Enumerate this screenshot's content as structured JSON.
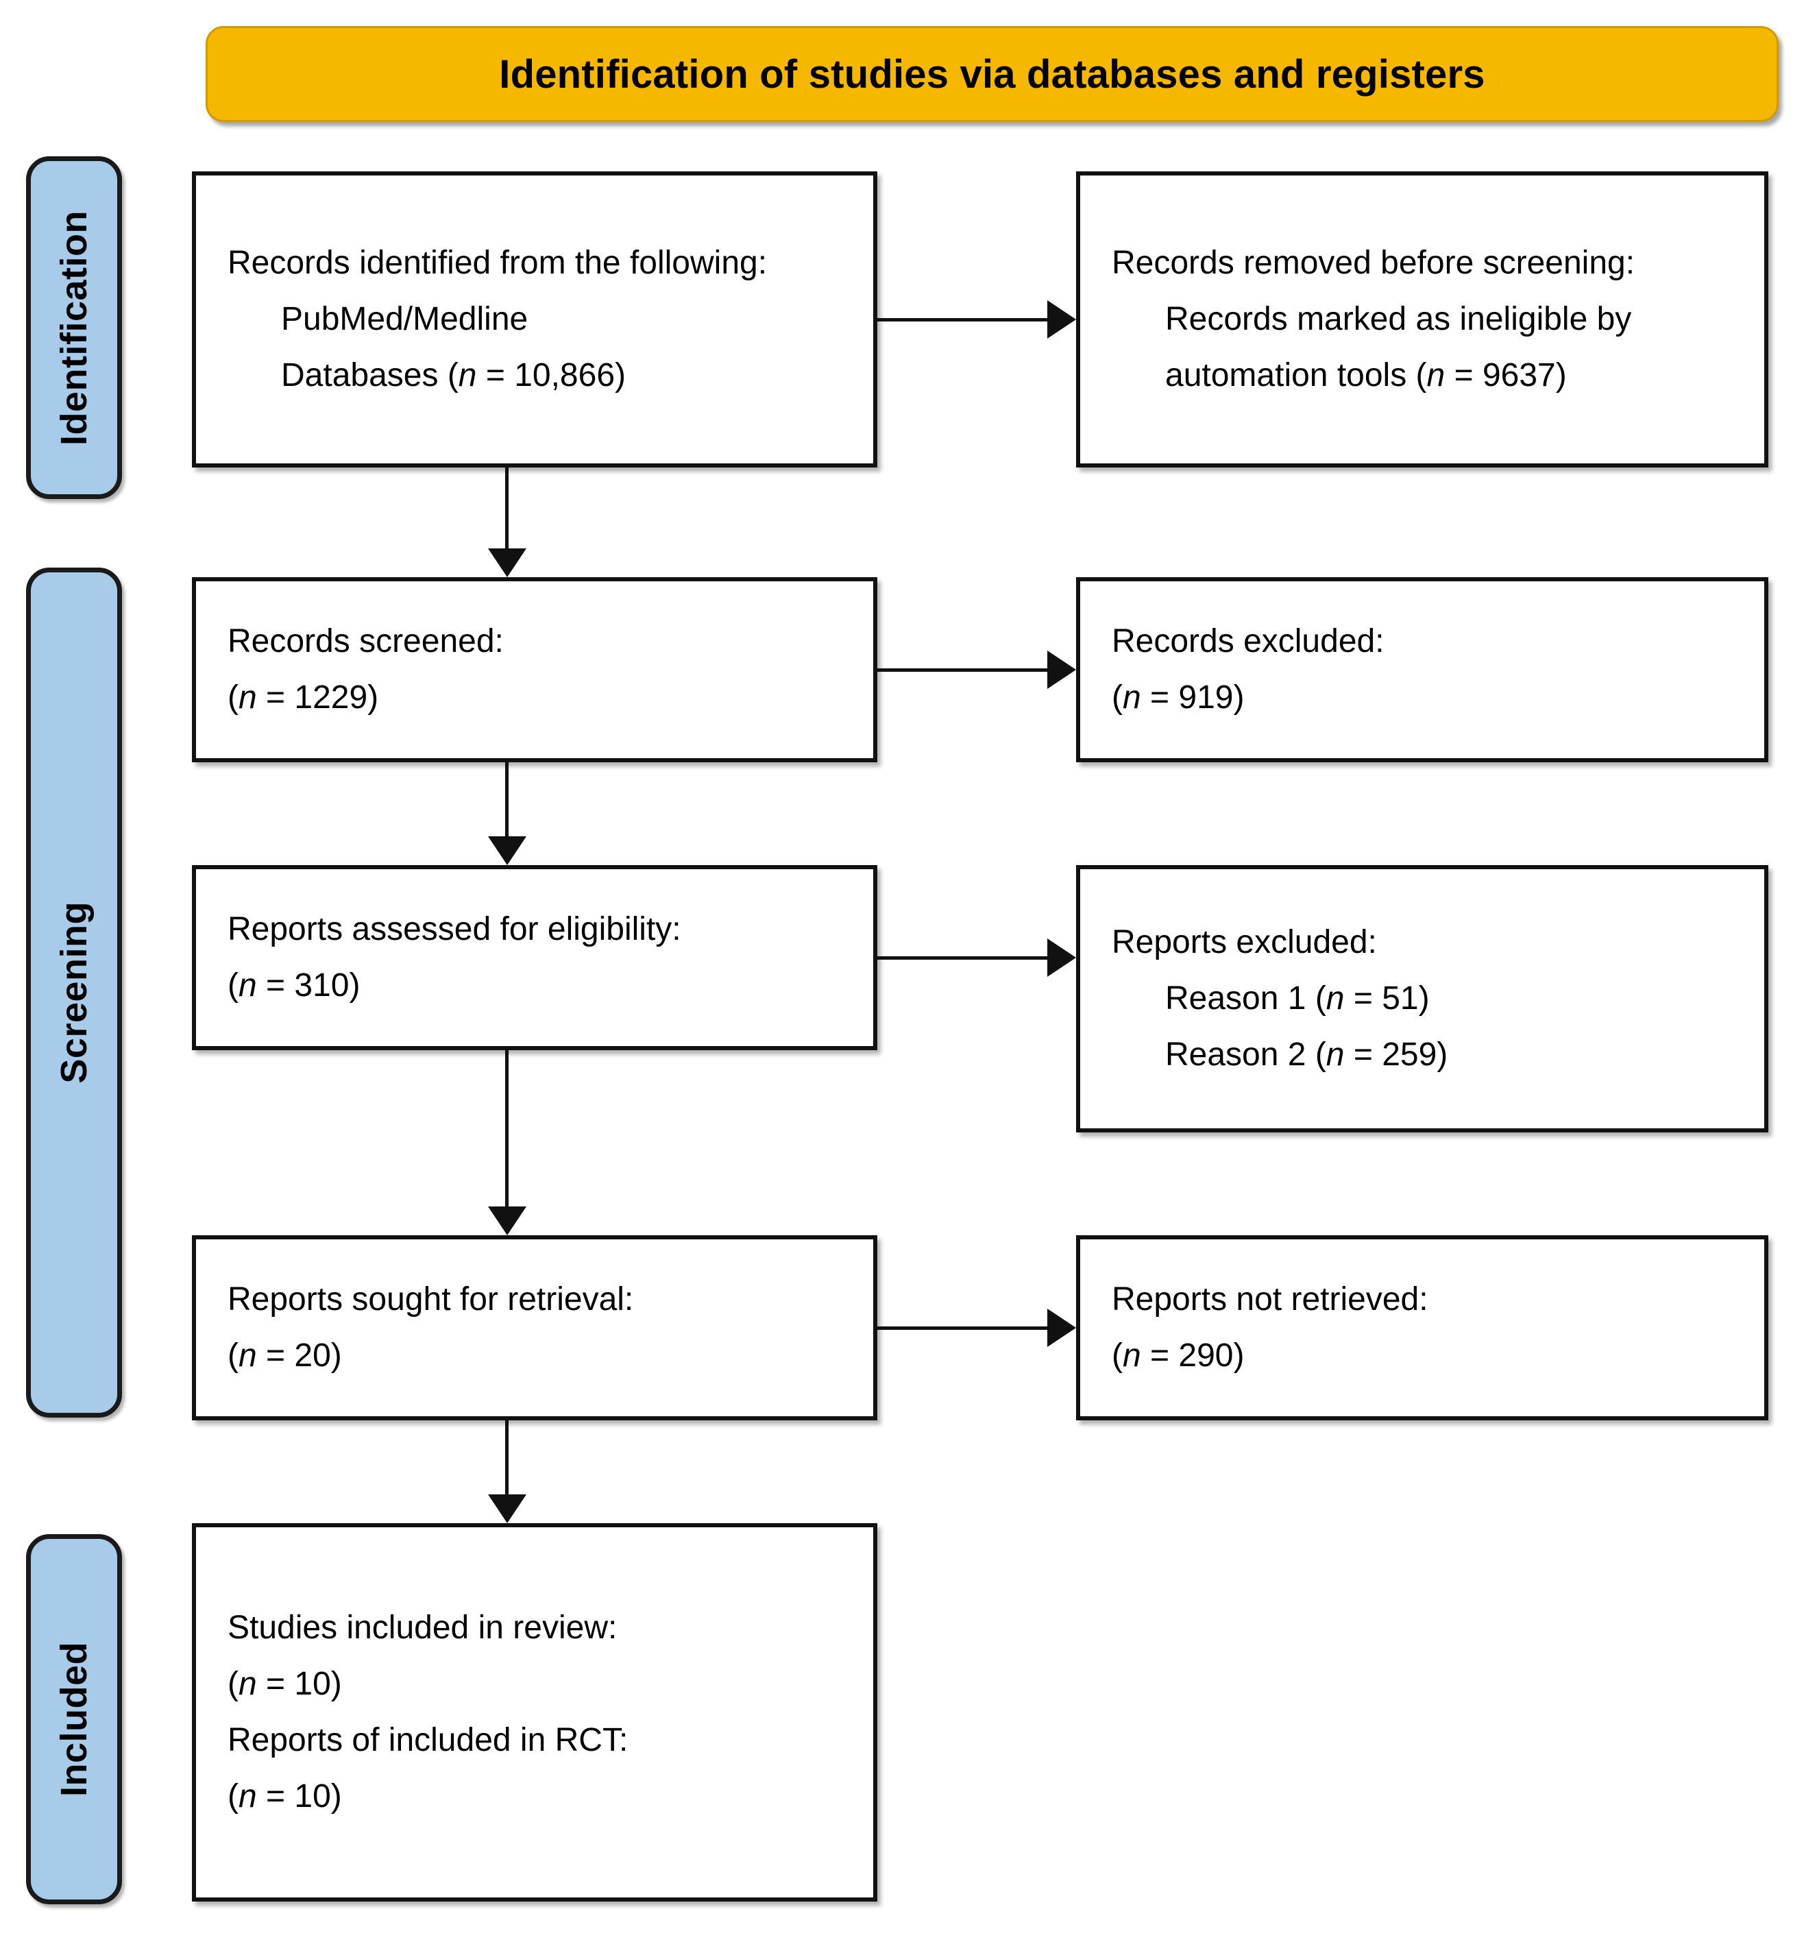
{
  "header": {
    "title": "Identification of studies via databases and registers",
    "background_color": "#F5B700"
  },
  "stages": [
    {
      "key": "identification",
      "label": "Identification",
      "color": "#A8CBEA"
    },
    {
      "key": "screening",
      "label": "Screening",
      "color": "#A8CBEA"
    },
    {
      "key": "included",
      "label": "Included",
      "color": "#A8CBEA"
    }
  ],
  "boxes": {
    "identified": {
      "title": "Records identified from the following:",
      "item1": "PubMed/Medline",
      "item2_prefix": "Databases (",
      "item2_n": "n",
      "item2_suffix": " = 10,866)"
    },
    "removed": {
      "title": "Records removed before screening:",
      "item1": "Records marked as ineligible by",
      "item2_prefix": "automation tools (",
      "item2_n": "n",
      "item2_suffix": " = 9637)"
    },
    "screened": {
      "title": "Records screened:",
      "count_prefix": "(",
      "count_n": "n",
      "count_suffix": " = 1229)"
    },
    "records_excluded": {
      "title": "Records excluded:",
      "count_prefix": "(",
      "count_n": "n",
      "count_suffix": " = 919)"
    },
    "assessed": {
      "title": "Reports assessed for eligibility:",
      "count_prefix": "(",
      "count_n": "n",
      "count_suffix": " = 310)"
    },
    "reports_excluded": {
      "title": "Reports excluded:",
      "reason1_prefix": "Reason 1 (",
      "reason1_n": "n",
      "reason1_suffix": " = 51)",
      "reason2_prefix": "Reason 2 (",
      "reason2_n": "n",
      "reason2_suffix": " = 259)"
    },
    "sought": {
      "title": "Reports sought for retrieval:",
      "count_prefix": "(",
      "count_n": "n",
      "count_suffix": " = 20)"
    },
    "not_retrieved": {
      "title": "Reports not retrieved:",
      "count_prefix": "(",
      "count_n": "n",
      "count_suffix": " = 290)"
    },
    "included": {
      "title": "Studies included in review:",
      "count1_prefix": "(",
      "count1_n": "n",
      "count1_suffix": " = 10)",
      "subtitle": "Reports of included in RCT:",
      "count2_prefix": "(",
      "count2_n": "n",
      "count2_suffix": " = 10)"
    }
  },
  "chart_data": {
    "type": "diagram",
    "title": "Identification of studies via databases and registers",
    "nodes": [
      {
        "id": "identified",
        "stage": "Identification",
        "column": "left",
        "label": "Records identified from the following: PubMed/Medline Databases (n = 10,866)",
        "n": 10866
      },
      {
        "id": "removed",
        "stage": "Identification",
        "column": "right",
        "label": "Records removed before screening: Records marked as ineligible by automation tools (n = 9637)",
        "n": 9637
      },
      {
        "id": "screened",
        "stage": "Screening",
        "column": "left",
        "label": "Records screened: (n = 1229)",
        "n": 1229
      },
      {
        "id": "records_excluded",
        "stage": "Screening",
        "column": "right",
        "label": "Records excluded: (n = 919)",
        "n": 919
      },
      {
        "id": "assessed",
        "stage": "Screening",
        "column": "left",
        "label": "Reports assessed for eligibility: (n = 310)",
        "n": 310
      },
      {
        "id": "reports_excluded",
        "stage": "Screening",
        "column": "right",
        "label": "Reports excluded: Reason 1 (n = 51) Reason 2 (n = 259)",
        "n": 310
      },
      {
        "id": "sought",
        "stage": "Screening",
        "column": "left",
        "label": "Reports sought for retrieval: (n = 20)",
        "n": 20
      },
      {
        "id": "not_retrieved",
        "stage": "Screening",
        "column": "right",
        "label": "Reports not retrieved: (n = 290)",
        "n": 290
      },
      {
        "id": "included",
        "stage": "Included",
        "column": "left",
        "label": "Studies included in review: (n = 10) Reports of included in RCT: (n = 10)",
        "n": 10
      }
    ],
    "edges": [
      {
        "from": "identified",
        "to": "removed",
        "direction": "right"
      },
      {
        "from": "identified",
        "to": "screened",
        "direction": "down"
      },
      {
        "from": "screened",
        "to": "records_excluded",
        "direction": "right"
      },
      {
        "from": "screened",
        "to": "assessed",
        "direction": "down"
      },
      {
        "from": "assessed",
        "to": "reports_excluded",
        "direction": "right"
      },
      {
        "from": "assessed",
        "to": "sought",
        "direction": "down"
      },
      {
        "from": "sought",
        "to": "not_retrieved",
        "direction": "right"
      },
      {
        "from": "sought",
        "to": "included",
        "direction": "down"
      }
    ]
  }
}
